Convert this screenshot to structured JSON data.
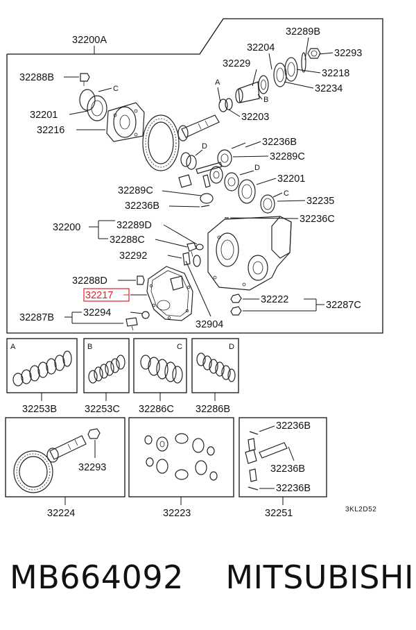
{
  "main": {
    "assembly": "32200A",
    "parts": {
      "p32289B": "32289B",
      "p32204": "32204",
      "p32293": "32293",
      "p32229": "32229",
      "p32218": "32218",
      "p32288B": "32288B",
      "p32234": "32234",
      "p32201a": "32201",
      "p32203": "32203",
      "p32216": "32216",
      "p32236B_a": "32236B",
      "p32289C_a": "32289C",
      "p32201b": "32201",
      "p32289C_b": "32289C",
      "p32235": "32235",
      "p32236B_b": "32236B",
      "p32236C": "32236C",
      "p32200": "32200",
      "p32289D": "32289D",
      "p32288C": "32288C",
      "p32292": "32292",
      "p32288D": "32288D",
      "p32217": "32217",
      "p32222": "32222",
      "p32287C": "32287C",
      "p32287B": "32287B",
      "p32294": "32294",
      "p32904": "32904"
    },
    "letters": {
      "a": "A",
      "b": "B",
      "c1": "C",
      "c2": "C",
      "d1": "D",
      "d2": "D"
    }
  },
  "kits": [
    {
      "letter": "A",
      "label": "32253B"
    },
    {
      "letter": "B",
      "label": "32253C"
    },
    {
      "letter": "C",
      "label": "32286C"
    },
    {
      "letter": "D",
      "label": "32286B"
    }
  ],
  "bottom": {
    "gear_set": {
      "label": "32224",
      "inner": "32293"
    },
    "pinion_set": {
      "label": "32223"
    },
    "shaft_set": {
      "label": "32251",
      "inner_top": "32236B",
      "inner_mid": "32236B",
      "inner_bot": "32236B"
    }
  },
  "diagram_code": "3KL2D52",
  "footer": {
    "part_number": "MB664092",
    "brand": "MITSUBISHI"
  },
  "colors": {
    "highlight": "#e0202a"
  }
}
